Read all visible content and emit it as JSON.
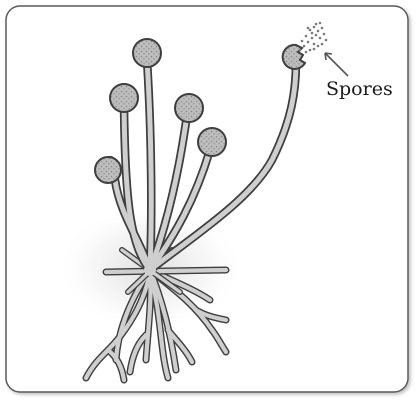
{
  "diagram": {
    "labels": {
      "spores": "Spores"
    },
    "icons": {
      "hyphae": "branching-hyphae",
      "sporangium": "sporangium-head",
      "spores": "spore-cluster",
      "arrow": "pointer-arrow"
    },
    "colors": {
      "stalk_outline": "#4a4a4a",
      "stalk_fill": "#c9c9c9",
      "sporangium_fill": "#bdbdbd",
      "background": "#ffffff",
      "frame": "#555555"
    }
  }
}
